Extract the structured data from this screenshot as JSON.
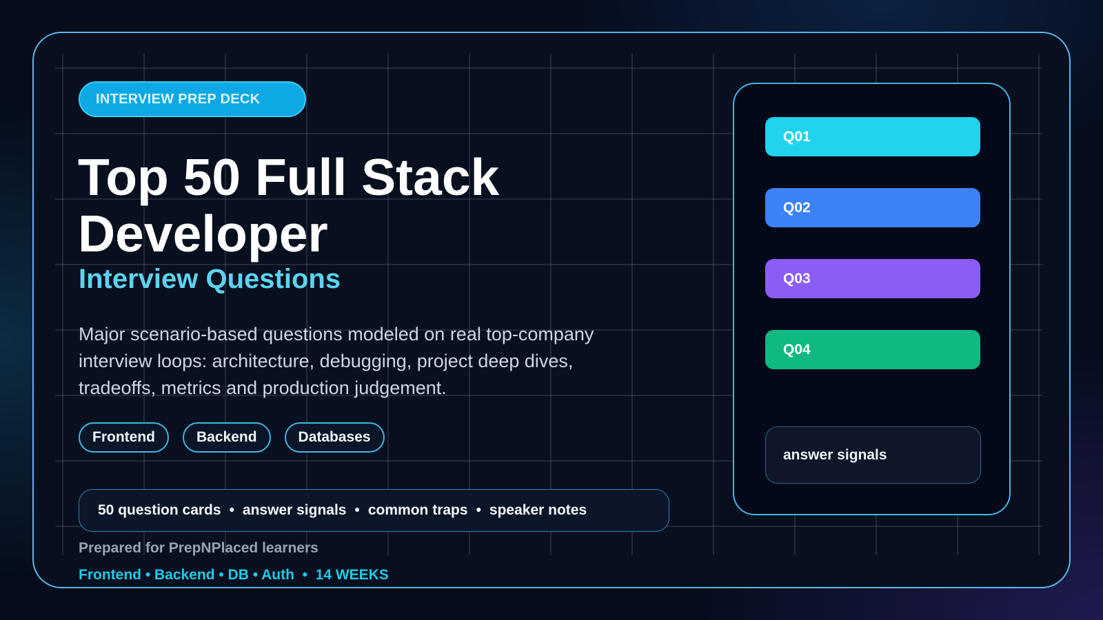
{
  "deck": {
    "badge": "INTERVIEW PREP DECK",
    "title_line1": "Top 50 Full Stack",
    "title_line2": "Developer",
    "subtitle": "Interview Questions",
    "description": "Major scenario-based questions modeled on real top-company interview loops: architecture, debugging, project deep dives, tradeoffs, metrics and production judgement.",
    "tags": [
      "Frontend",
      "Backend",
      "Databases"
    ],
    "features": [
      "50 question cards",
      "answer signals",
      "common traps",
      "speaker notes"
    ],
    "feature_separator": "•",
    "prepared_by": "Prepared for PrepNPlaced learners",
    "footer": "Frontend • Backend • DB • Auth  •  14 WEEKS"
  },
  "panel": {
    "questions": [
      {
        "label": "Q01",
        "color": "#22d3ee"
      },
      {
        "label": "Q02",
        "color": "#3b82f6"
      },
      {
        "label": "Q03",
        "color": "#8b5cf6"
      },
      {
        "label": "Q04",
        "color": "#10b981"
      }
    ],
    "signals_label": "answer signals"
  },
  "colors": {
    "accent": "#22d3ee",
    "frame_border": "#56b9ee",
    "background": "#050c1a"
  }
}
